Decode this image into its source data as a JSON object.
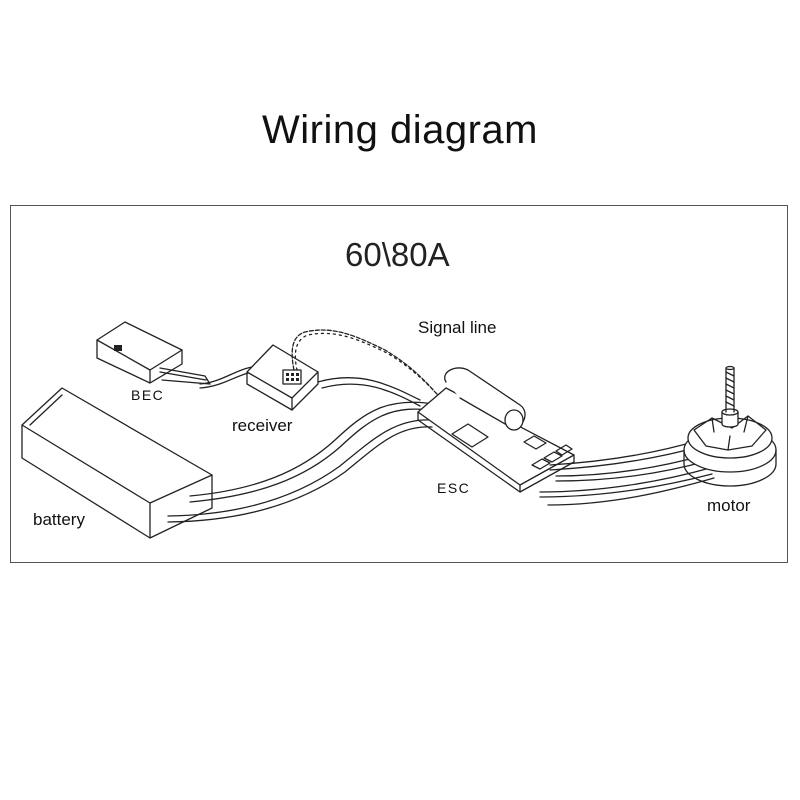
{
  "title": "Wiring diagram",
  "rating": "60\\80A",
  "labels": {
    "bec": "BEC",
    "receiver": "receiver",
    "signal_line": "Signal line",
    "esc": "ESC",
    "battery": "battery",
    "motor": "motor"
  }
}
